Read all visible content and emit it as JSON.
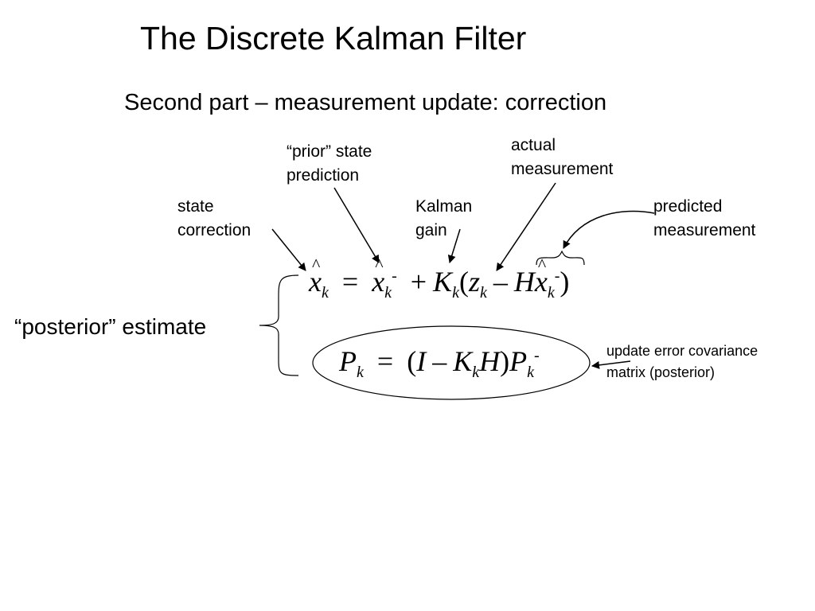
{
  "slide": {
    "title": "The Discrete Kalman Filter",
    "subtitle": "Second part – measurement update: correction"
  },
  "annotations": {
    "prior_state_prediction": [
      "“prior” state",
      "prediction"
    ],
    "actual_measurement": [
      "actual",
      "measurement"
    ],
    "state_correction": [
      "state",
      "correction"
    ],
    "kalman_gain": [
      "Kalman",
      "gain"
    ],
    "predicted_measurement": [
      "predicted",
      "measurement"
    ],
    "posterior_estimate": "“posterior” estimate",
    "update_error_covariance": [
      "update error covariance",
      "matrix (posterior)"
    ]
  },
  "equations": {
    "state_update": {
      "lhs_var": "x",
      "lhs_sub": "k",
      "equals": "=",
      "prior_var": "x",
      "prior_sub": "k",
      "prior_sup": "-",
      "plus": "+",
      "gain_var": "K",
      "gain_sub": "k",
      "open_paren": "(",
      "meas_var": "z",
      "meas_sub": "k",
      "minus": "–",
      "h_var": "H",
      "pred_var": "x",
      "pred_sub": "k",
      "pred_sup": "-",
      "close_paren": ")"
    },
    "covariance_update": {
      "lhs_var": "P",
      "lhs_sub": "k",
      "equals": "=",
      "open_paren": "(",
      "identity": "I",
      "minus": "–",
      "gain_var": "K",
      "gain_sub": "k",
      "h_var": "H",
      "close_paren": ")",
      "prior_var": "P",
      "prior_sub": "k",
      "prior_sup": "-"
    }
  }
}
